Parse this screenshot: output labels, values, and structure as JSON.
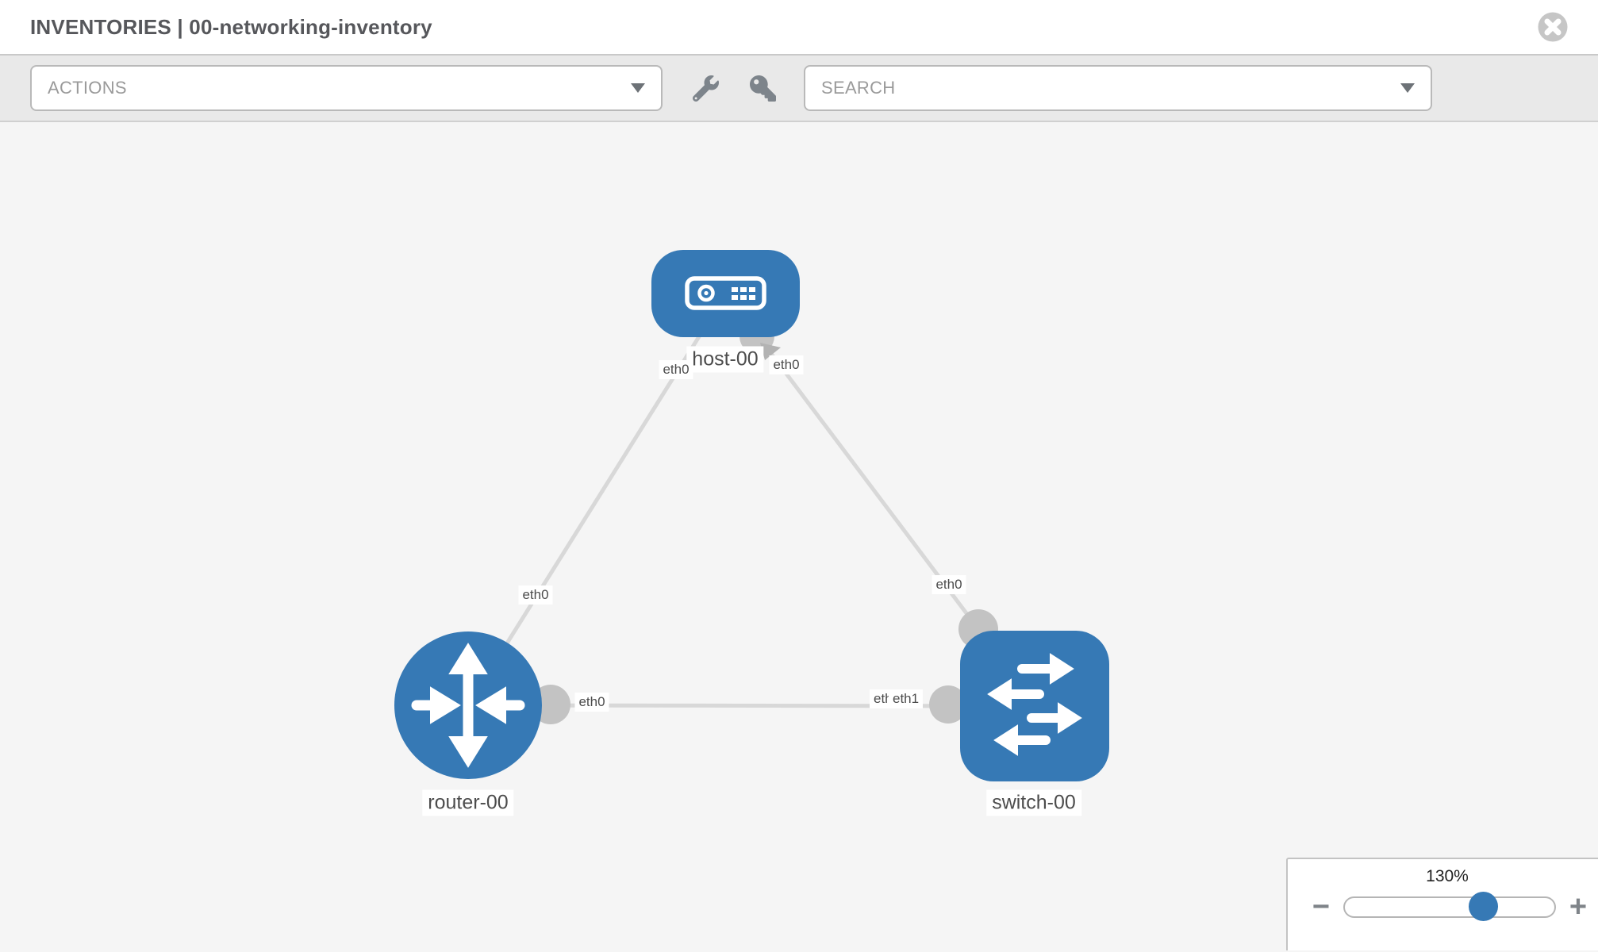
{
  "header": {
    "title": "INVENTORIES | 00-networking-inventory"
  },
  "toolbar": {
    "actions_label": "ACTIONS",
    "search_label": "SEARCH",
    "icons": [
      "wrench-icon",
      "key-icon"
    ]
  },
  "topology": {
    "nodes": [
      {
        "label": "host-00",
        "type": "host"
      },
      {
        "label": "router-00",
        "type": "router"
      },
      {
        "label": "switch-00",
        "type": "switch"
      }
    ],
    "links": [
      {
        "from": "host-00",
        "to": "router-00",
        "from_interface": "eth0",
        "to_interface": "eth0"
      },
      {
        "from": "host-00",
        "to": "switch-00",
        "from_interface": "eth0",
        "to_interface": "eth0"
      },
      {
        "from": "router-00",
        "to": "switch-00",
        "from_interface": "eth0",
        "to_interface": "eth1"
      }
    ],
    "interfaces": {
      "host_left": "eth0",
      "host_right": "eth0",
      "host_router_link": "eth0",
      "host_switch_link": "eth0",
      "router_side": "eth0",
      "switch_side_hidden": "eth0",
      "switch_side": "eth1"
    }
  },
  "zoom_control": {
    "value": "130%",
    "minus_label": "−",
    "plus_label": "+"
  },
  "colors": {
    "node_blue": "#3679b5",
    "link_gray": "#d8d8d8",
    "port_gray": "#c3c3c3",
    "toolbar_bg": "#e9e9e9",
    "canvas_bg": "#f5f5f5",
    "label_text": "#4c4c4c",
    "placeholder_text": "#9a9a9a",
    "title_text": "#56575b"
  }
}
